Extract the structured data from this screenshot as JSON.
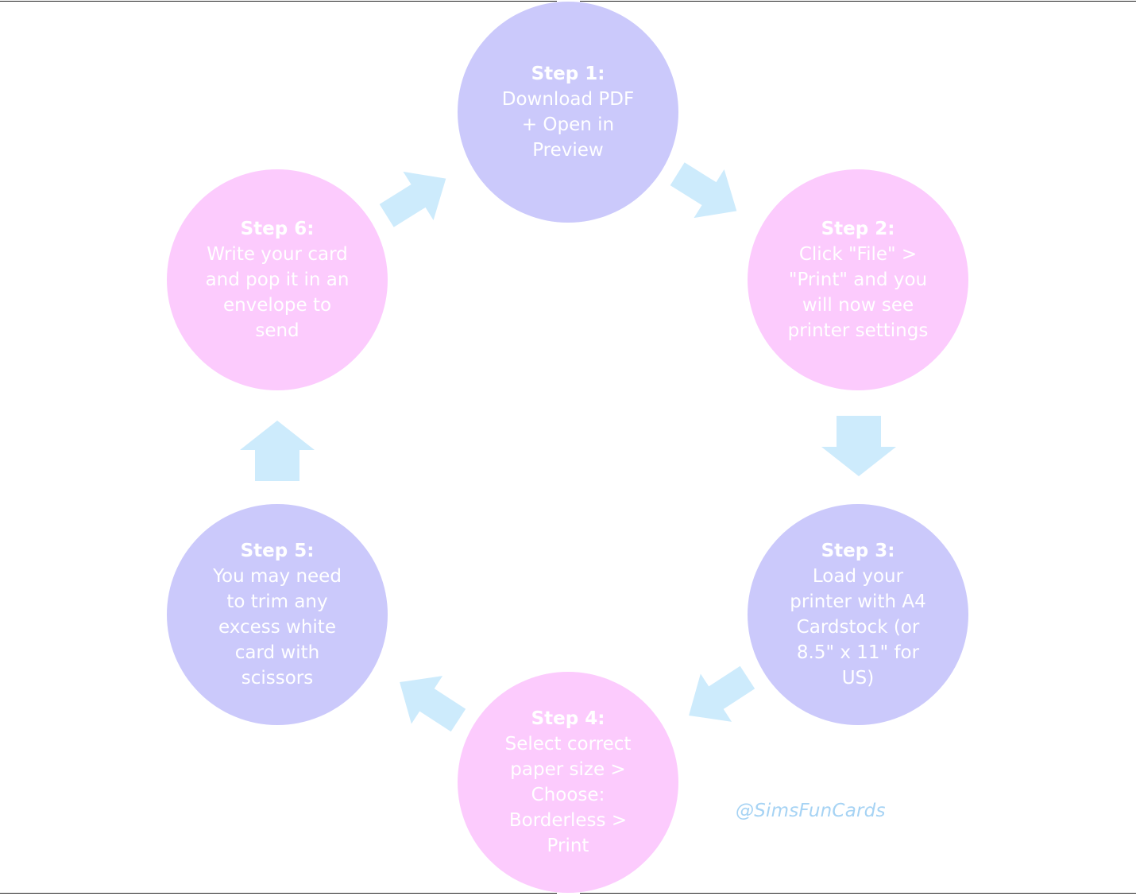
{
  "colors": {
    "lavender": "#cbc9fb",
    "pink": "#fccbfd",
    "arrow": "#cdebfc",
    "text": "#ffffff",
    "watermark": "#a6d3f4",
    "background": "#ffffff"
  },
  "steps": [
    {
      "title": "Step 1:",
      "body": "Download PDF\n+ Open in\nPreview",
      "color": "lavender"
    },
    {
      "title": "Step 2:",
      "body": "Click \"File\" >\n\"Print\" and you\nwill now see\nprinter settings",
      "color": "pink"
    },
    {
      "title": "Step 3:",
      "body": "Load your\nprinter with A4\nCardstock (or\n8.5\" x 11\" for\nUS)",
      "color": "lavender"
    },
    {
      "title": "Step 4:",
      "body": "Select correct\npaper size >\nChoose:\nBorderless  >\nPrint",
      "color": "pink"
    },
    {
      "title": "Step 5:",
      "body": "You may need\nto trim any\nexcess white\ncard with\nscissors",
      "color": "lavender"
    },
    {
      "title": "Step 6:",
      "body": "Write your card\nand pop it in an\nenvelope to\nsend",
      "color": "pink"
    }
  ],
  "arrows": [
    {
      "from": "Step 1:",
      "to": "Step 2:",
      "icon": "arrow-right-down-icon"
    },
    {
      "from": "Step 2:",
      "to": "Step 3:",
      "icon": "arrow-down-icon"
    },
    {
      "from": "Step 3:",
      "to": "Step 4:",
      "icon": "arrow-left-down-icon"
    },
    {
      "from": "Step 4:",
      "to": "Step 5:",
      "icon": "arrow-left-up-icon"
    },
    {
      "from": "Step 5:",
      "to": "Step 6:",
      "icon": "arrow-up-icon"
    },
    {
      "from": "Step 6:",
      "to": "Step 1:",
      "icon": "arrow-right-up-icon"
    }
  ],
  "watermark": "@SimsFunCards"
}
